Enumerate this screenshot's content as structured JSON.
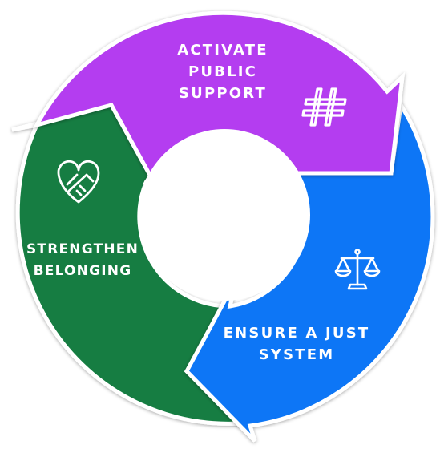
{
  "segments": {
    "activate": {
      "lines": [
        "ACTIVATE",
        "PUBLIC",
        "SUPPORT"
      ],
      "color": "#b43df0",
      "icon": "hashtag-icon"
    },
    "ensure": {
      "lines": [
        "ENSURE A JUST",
        "SYSTEM"
      ],
      "color": "#0a76f6",
      "icon": "scales-of-justice-icon"
    },
    "strengthen": {
      "lines": [
        "STRENGTHEN",
        "BELONGING"
      ],
      "color": "#167d43",
      "icon": "heart-handshake-icon"
    }
  }
}
